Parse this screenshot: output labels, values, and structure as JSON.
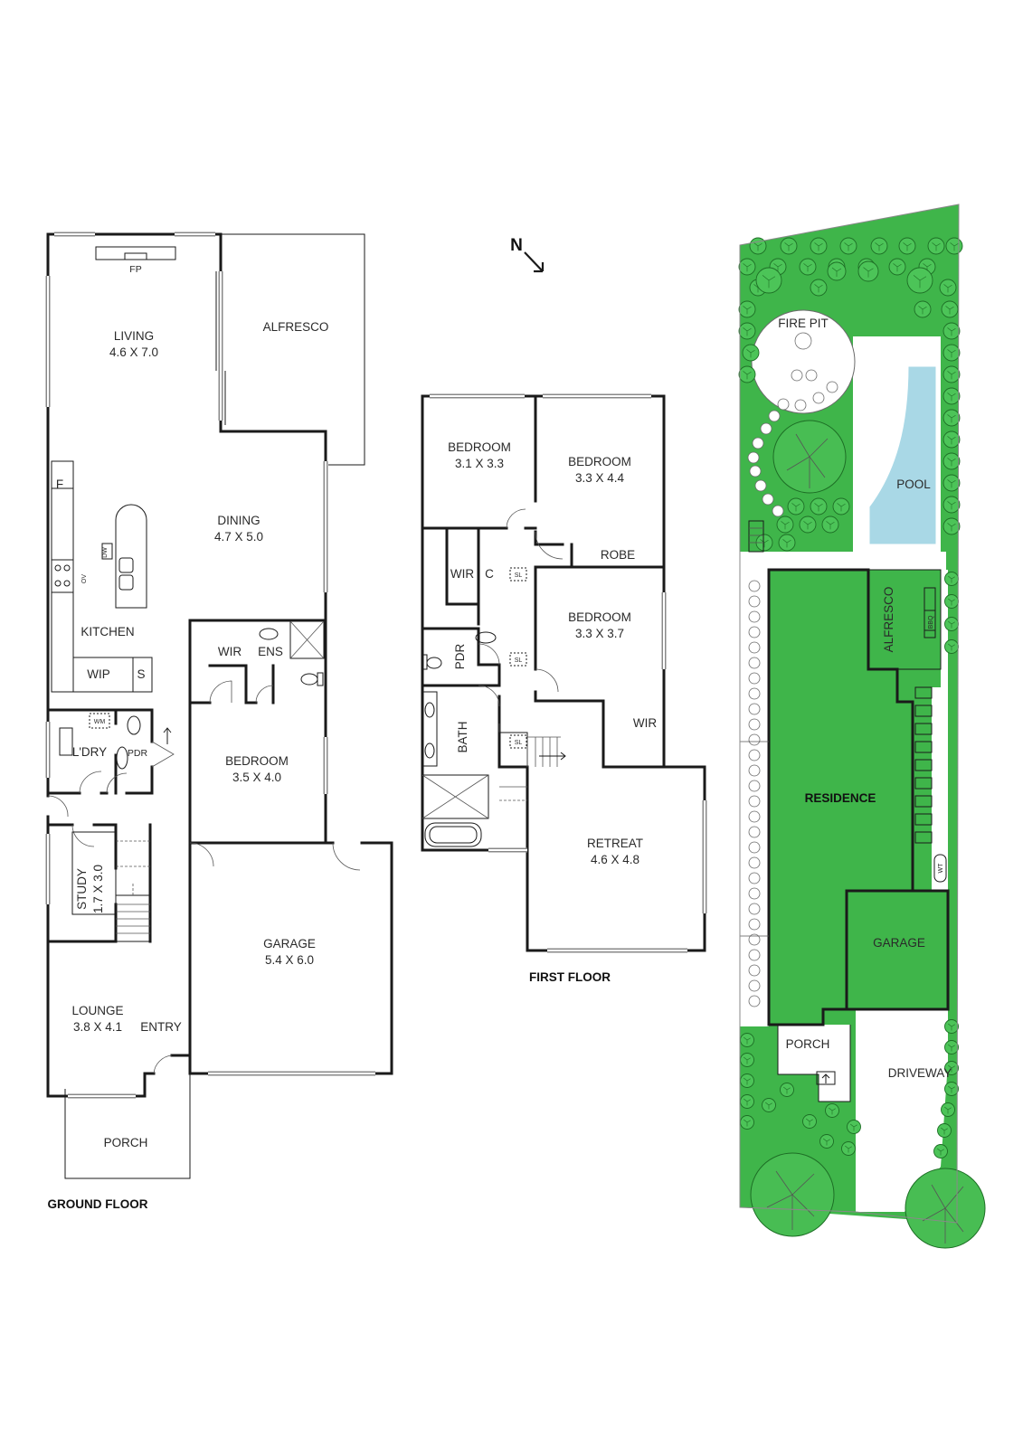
{
  "compass": {
    "label": "N"
  },
  "ground_floor": {
    "title": "GROUND FLOOR",
    "rooms": {
      "living": {
        "name": "LIVING",
        "size": "4.6 X 7.0"
      },
      "fp": "FP",
      "alfresco": "ALFRESCO",
      "dining": {
        "name": "DINING",
        "size": "4.7 X 5.0"
      },
      "fridge": "F",
      "dw": "DW",
      "ov": "OV",
      "kitchen": "KITCHEN",
      "wip": "WIP",
      "s": "S",
      "wir": "WIR",
      "ens": "ENS",
      "wm": "WM",
      "ldry": "L'DRY",
      "pdr": "PDR",
      "bedroom": {
        "name": "BEDROOM",
        "size": "3.5 X 4.0"
      },
      "study": {
        "name": "STUDY",
        "size": "1.7 X 3.0"
      },
      "garage": {
        "name": "GARAGE",
        "size": "5.4 X 6.0"
      },
      "lounge": {
        "name": "LOUNGE",
        "size": "3.8 X 4.1"
      },
      "entry": "ENTRY",
      "porch": "PORCH"
    }
  },
  "first_floor": {
    "title": "FIRST FLOOR",
    "rooms": {
      "bedroom1": {
        "name": "BEDROOM",
        "size": "3.1 X 3.3"
      },
      "bedroom2": {
        "name": "BEDROOM",
        "size": "3.3 X 4.4"
      },
      "robe": "ROBE",
      "wir1": "WIR",
      "c": "C",
      "sl1": "SL",
      "bedroom3": {
        "name": "BEDROOM",
        "size": "3.3 X 3.7"
      },
      "pdr": "PDR",
      "sl2": "SL",
      "bath": "BATH",
      "sl3": "SL",
      "wir2": "WIR",
      "retreat": {
        "name": "RETREAT",
        "size": "4.6 X 4.8"
      }
    }
  },
  "site_plan": {
    "labels": {
      "fire_pit": "FIRE PIT",
      "pool": "POOL",
      "alfresco": "ALFRESCO",
      "bbq": "BBQ",
      "residence": "RESIDENCE",
      "wt": "WT",
      "garage": "GARAGE",
      "porch": "PORCH",
      "driveway": "DRIVEWAY"
    },
    "colors": {
      "lawn": "#3fb54a",
      "tree": "#4cc458",
      "pool": "#a9d8e6"
    }
  }
}
